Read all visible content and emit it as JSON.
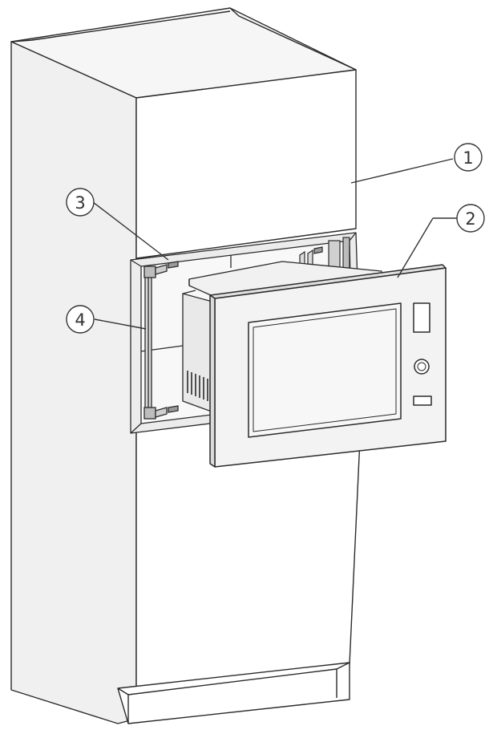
{
  "callouts": [
    {
      "id": "1",
      "label": "1"
    },
    {
      "id": "2",
      "label": "2"
    },
    {
      "id": "3",
      "label": "3"
    },
    {
      "id": "4",
      "label": "4"
    }
  ],
  "colors": {
    "line": "#2b2b2b",
    "panel_light": "#f3f3f3",
    "panel_shade": "#e6e6e6",
    "glass": "#f7f7f7"
  }
}
